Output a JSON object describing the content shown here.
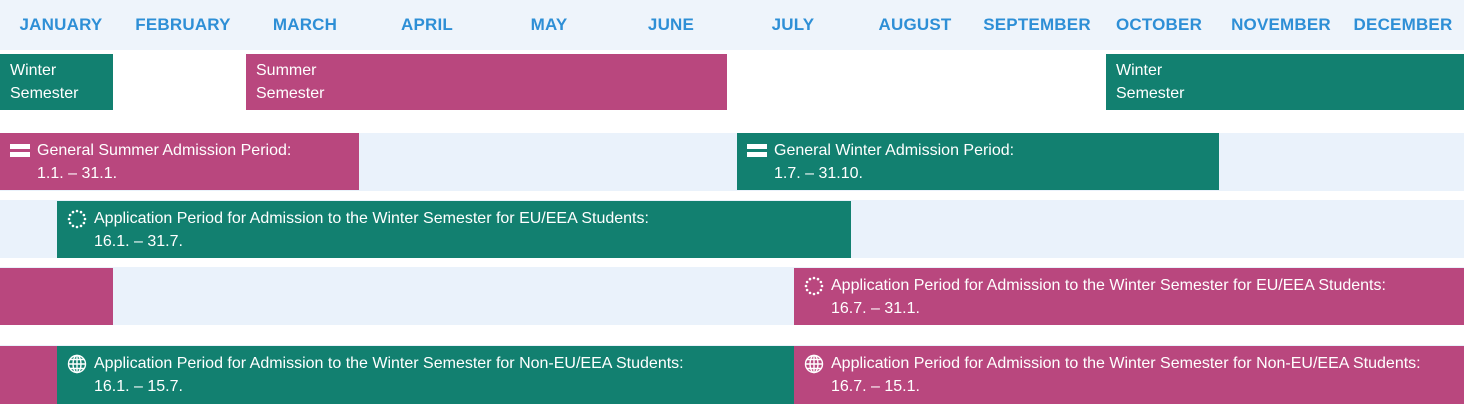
{
  "months": [
    "JANUARY",
    "FEBRUARY",
    "MARCH",
    "APRIL",
    "MAY",
    "JUNE",
    "JULY",
    "AUGUST",
    "SEPTEMBER",
    "OCTOBER",
    "NOVEMBER",
    "DECEMBER"
  ],
  "semesters": {
    "winter_left": {
      "line1": "Winter",
      "line2": "Semester"
    },
    "summer": {
      "line1": "Summer",
      "line2": "Semester"
    },
    "winter_right": {
      "line1": "Winter",
      "line2": "Semester"
    }
  },
  "periods": {
    "general_summer": {
      "title": "General Summer Admission Period:",
      "dates": "1.1. – 31.1.",
      "icon": "flag-icon"
    },
    "general_winter": {
      "title": "General Winter Admission Period:",
      "dates": "1.7. – 31.10.",
      "icon": "flag-icon"
    },
    "eu_winter": {
      "title": "Application Period for Admission to the Winter Semester for EU/EEA Students:",
      "dates": "16.1. – 31.7.",
      "icon": "eu-stars-icon"
    },
    "eu_summer": {
      "title": "Application Period for Admission to the Winter Semester for EU/EEA Students:",
      "dates": "16.7. – 31.1.",
      "icon": "eu-stars-icon"
    },
    "noneu_winter": {
      "title": "Application Period for Admission to the Winter Semester for Non-EU/EEA Students:",
      "dates": "16.1. – 15.7.",
      "icon": "globe-icon"
    },
    "noneu_summer": {
      "title": "Application Period for Admission to the Winter Semester for Non-EU/EEA Students:",
      "dates": "16.7. – 15.1.",
      "icon": "globe-icon"
    }
  },
  "colors": {
    "winter": "#128070",
    "summer": "#b9477e",
    "month_text": "#2e8fd6",
    "lane": "#eaf2fb"
  }
}
